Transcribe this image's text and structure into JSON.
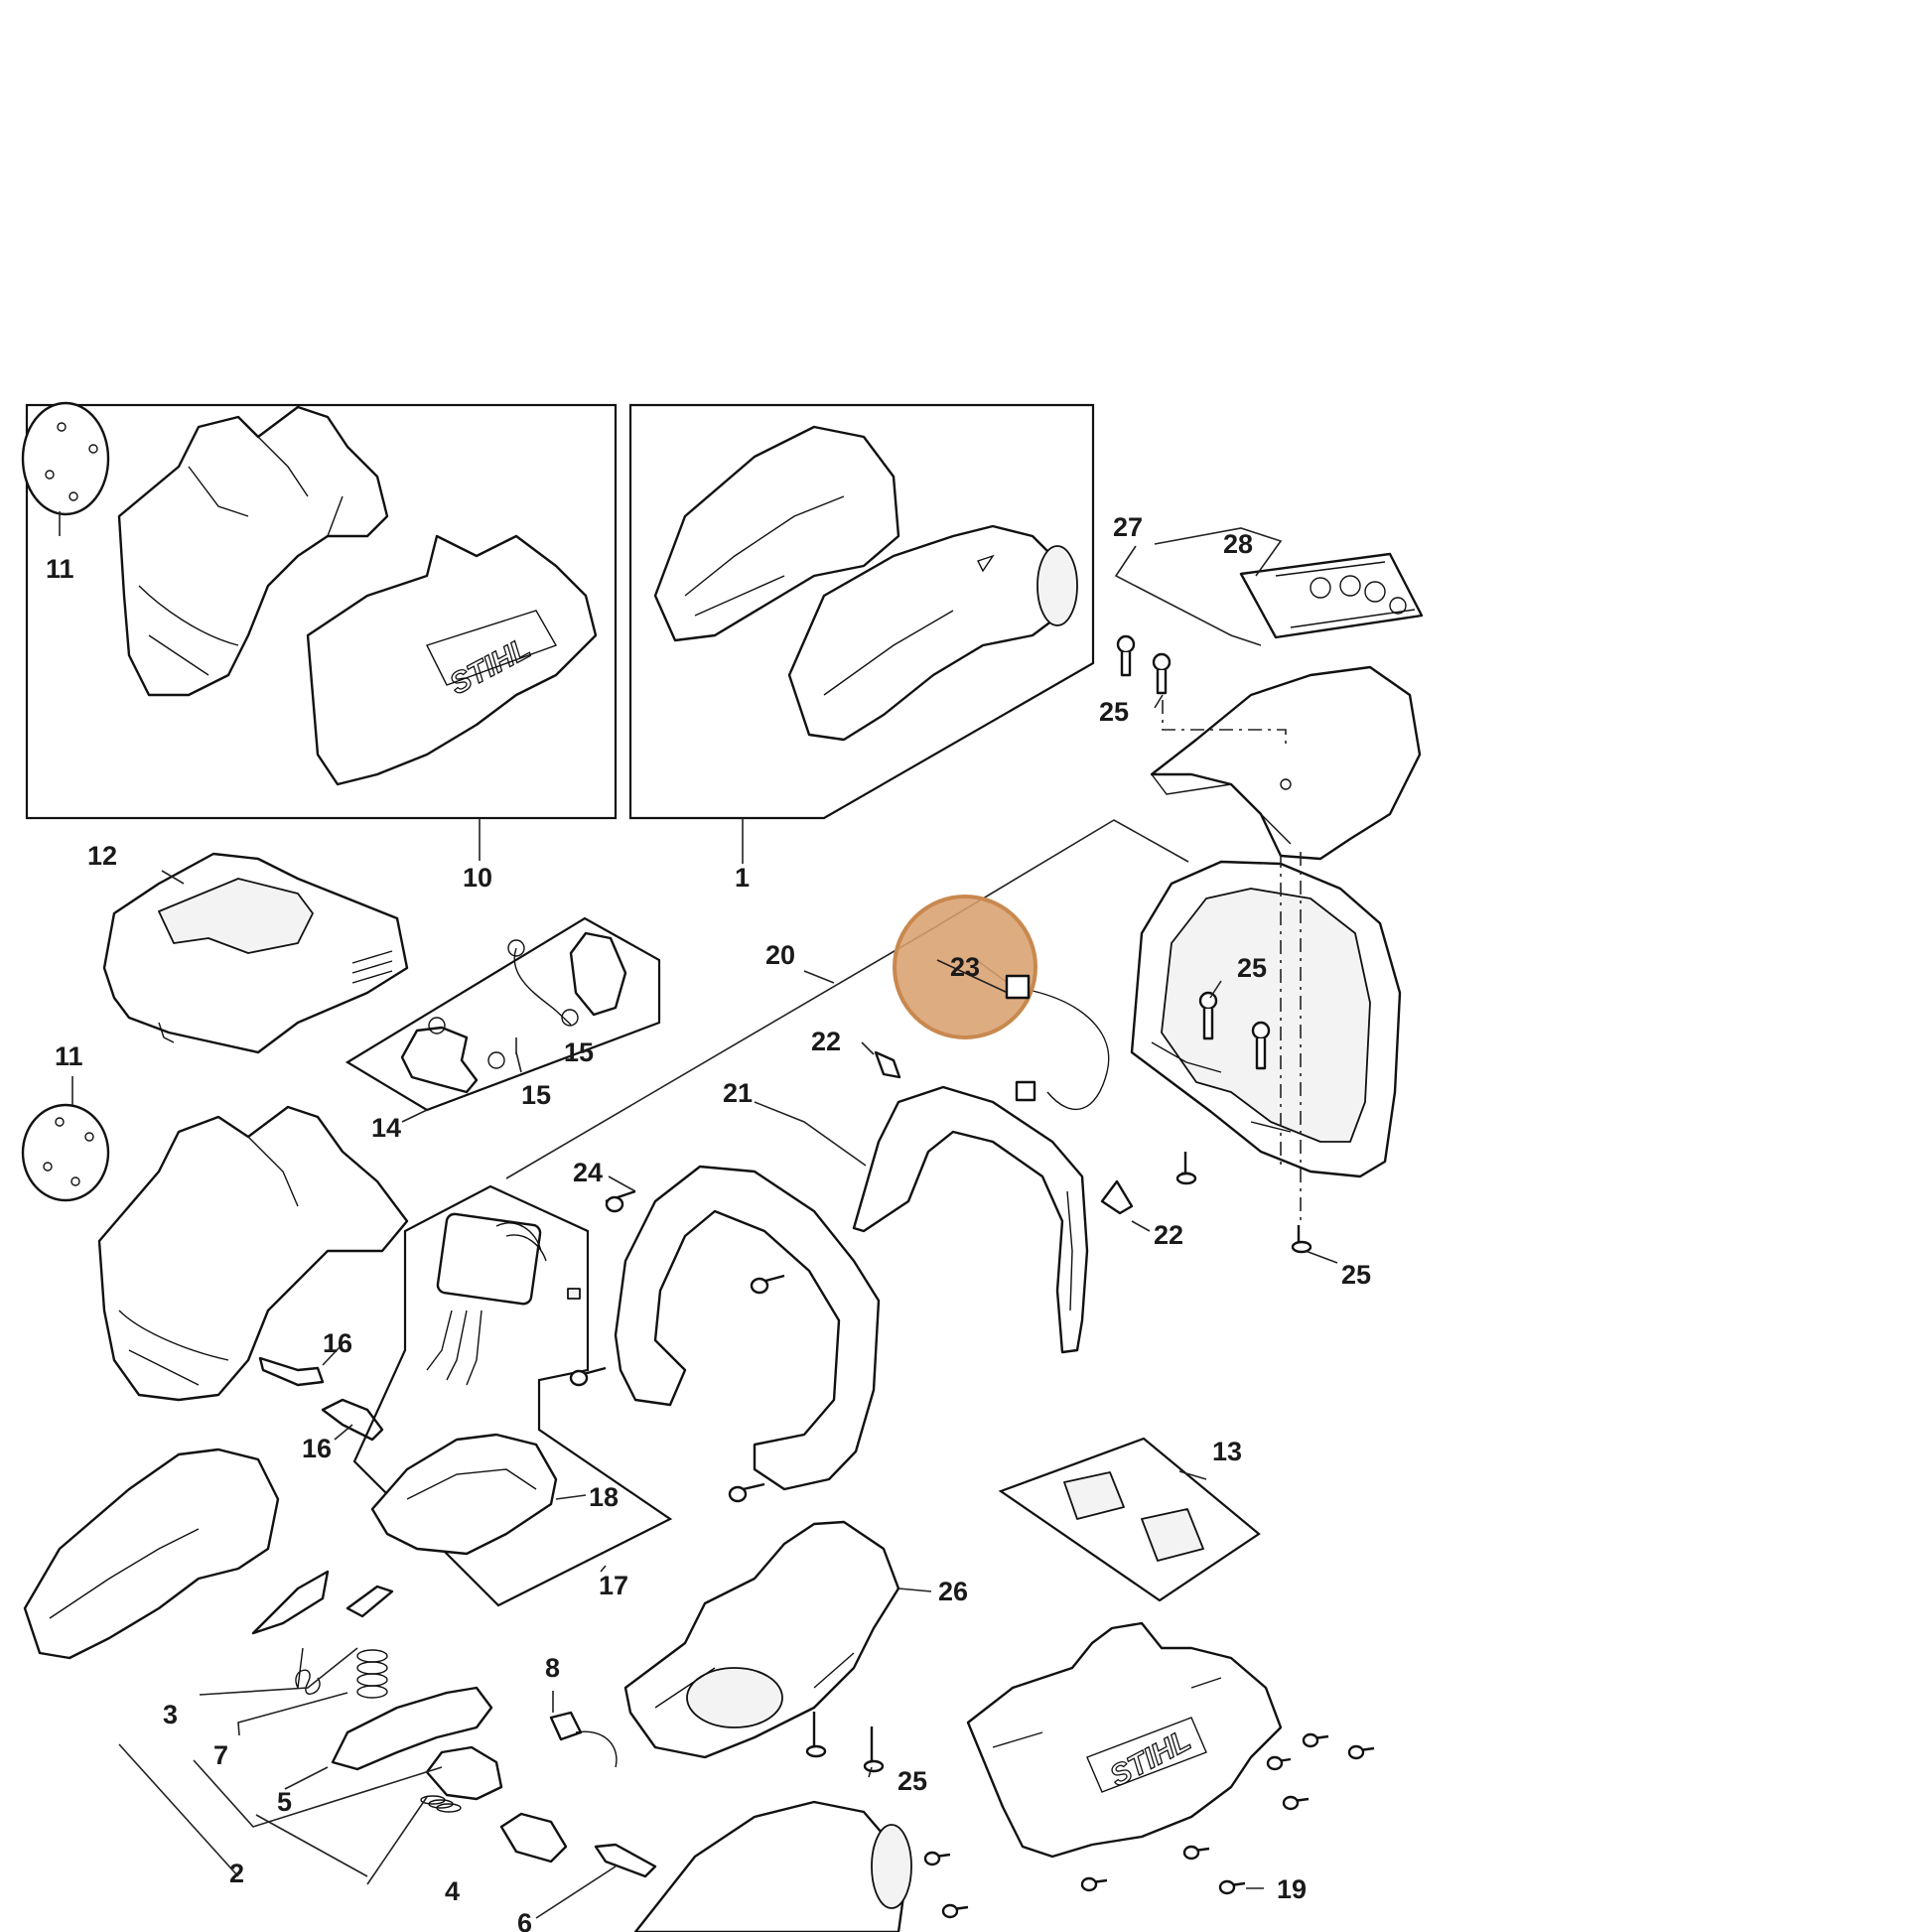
{
  "brand_text": "STIHL",
  "highlight": {
    "part": "23",
    "color": "#d9a06f"
  },
  "callouts": [
    {
      "id": "11a",
      "text": "11"
    },
    {
      "id": "10",
      "text": "10"
    },
    {
      "id": "1",
      "text": "1"
    },
    {
      "id": "27",
      "text": "27"
    },
    {
      "id": "28",
      "text": "28"
    },
    {
      "id": "25a",
      "text": "25"
    },
    {
      "id": "12",
      "text": "12"
    },
    {
      "id": "20",
      "text": "20"
    },
    {
      "id": "23",
      "text": "23"
    },
    {
      "id": "25b",
      "text": "25"
    },
    {
      "id": "15a",
      "text": "15"
    },
    {
      "id": "15b",
      "text": "15"
    },
    {
      "id": "22a",
      "text": "22"
    },
    {
      "id": "11b",
      "text": "11"
    },
    {
      "id": "21",
      "text": "21"
    },
    {
      "id": "14",
      "text": "14"
    },
    {
      "id": "24",
      "text": "24"
    },
    {
      "id": "22b",
      "text": "22"
    },
    {
      "id": "25c",
      "text": "25"
    },
    {
      "id": "16a",
      "text": "16"
    },
    {
      "id": "16b",
      "text": "16"
    },
    {
      "id": "13",
      "text": "13"
    },
    {
      "id": "18",
      "text": "18"
    },
    {
      "id": "17",
      "text": "17"
    },
    {
      "id": "26",
      "text": "26"
    },
    {
      "id": "8",
      "text": "8"
    },
    {
      "id": "3",
      "text": "3"
    },
    {
      "id": "7",
      "text": "7"
    },
    {
      "id": "5",
      "text": "5"
    },
    {
      "id": "25d",
      "text": "25"
    },
    {
      "id": "2",
      "text": "2"
    },
    {
      "id": "4",
      "text": "4"
    },
    {
      "id": "19",
      "text": "19"
    },
    {
      "id": "6",
      "text": "6"
    }
  ]
}
